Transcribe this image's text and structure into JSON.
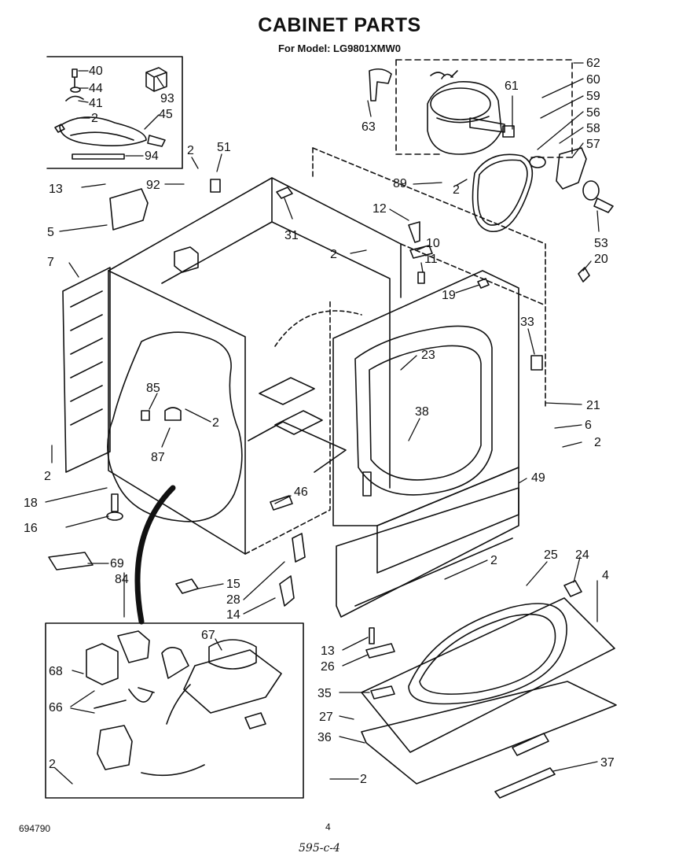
{
  "header": {
    "title": "CABINET PARTS",
    "model": "For Model: LG9801XMW0"
  },
  "footer": {
    "doc_number": "694790",
    "page": "4",
    "handwritten": "595-c-4"
  },
  "callouts": [
    "40",
    "44",
    "41",
    "2",
    "45",
    "93",
    "94",
    "2",
    "51",
    "13",
    "92",
    "5",
    "7",
    "31",
    "62",
    "61",
    "60",
    "59",
    "56",
    "58",
    "57",
    "63",
    "89",
    "2",
    "12",
    "10",
    "2",
    "11",
    "53",
    "20",
    "19",
    "33",
    "23",
    "21",
    "6",
    "2",
    "38",
    "85",
    "2",
    "87",
    "2",
    "18",
    "46",
    "16",
    "49",
    "69",
    "84",
    "15",
    "28",
    "14",
    "2",
    "25",
    "24",
    "4",
    "67",
    "13",
    "68",
    "26",
    "35",
    "66",
    "27",
    "36",
    "37",
    "2",
    "2"
  ]
}
